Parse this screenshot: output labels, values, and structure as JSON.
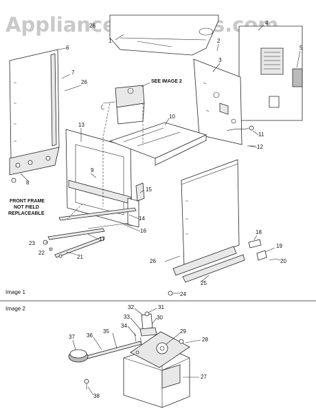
{
  "watermark": "AppliancePartsPros.com",
  "section1": {
    "title": "Image 1",
    "note_see_image": "SEE IMAGE 2",
    "note_frame_lines": [
      "FRONT FRAME",
      "NOT FIELD",
      "REPLACEABLE"
    ],
    "callouts": {
      "c1": "1",
      "c2": "2",
      "c3": "3",
      "c4": "4",
      "c5": "5",
      "c6": "6",
      "c7": "7",
      "c8": "8",
      "c9": "9",
      "c10": "10",
      "c11": "11",
      "c12": "12",
      "c13": "13",
      "c14": "14",
      "c15": "15",
      "c16": "16",
      "c17": "17",
      "c18": "18",
      "c19": "19",
      "c20": "20",
      "c21": "21",
      "c22": "22",
      "c23": "23",
      "c24": "24",
      "c25": "25",
      "c26a": "26",
      "c26b": "26",
      "c26c": "26"
    }
  },
  "section2": {
    "title": "Image 2",
    "callouts": {
      "c27": "27",
      "c28": "28",
      "c29": "29",
      "c30": "30",
      "c31": "31",
      "c32": "32",
      "c33": "33",
      "c34": "34",
      "c35": "35",
      "c36": "36",
      "c37": "37",
      "c38": "38"
    }
  }
}
